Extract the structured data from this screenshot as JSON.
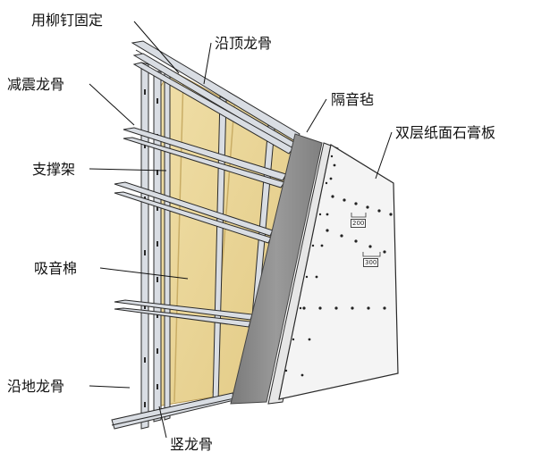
{
  "labels": {
    "rivet": "用柳钉固定",
    "top_track": "沿顶龙骨",
    "damper_stud": "减震龙骨",
    "felt": "隔音毡",
    "gypsum": "双层纸面石膏板",
    "brace": "支撑架",
    "wool": "吸音棉",
    "floor_track": "沿地龙骨",
    "stud": "竖龙骨"
  },
  "dimensions": {
    "spacing_a": "200",
    "spacing_b": "300"
  },
  "colors": {
    "wool": "#e9d59a",
    "felt": "#8c8c8c",
    "board": "#f4f4f4",
    "metal": "#d9dde3",
    "line": "#2a2a2a"
  }
}
